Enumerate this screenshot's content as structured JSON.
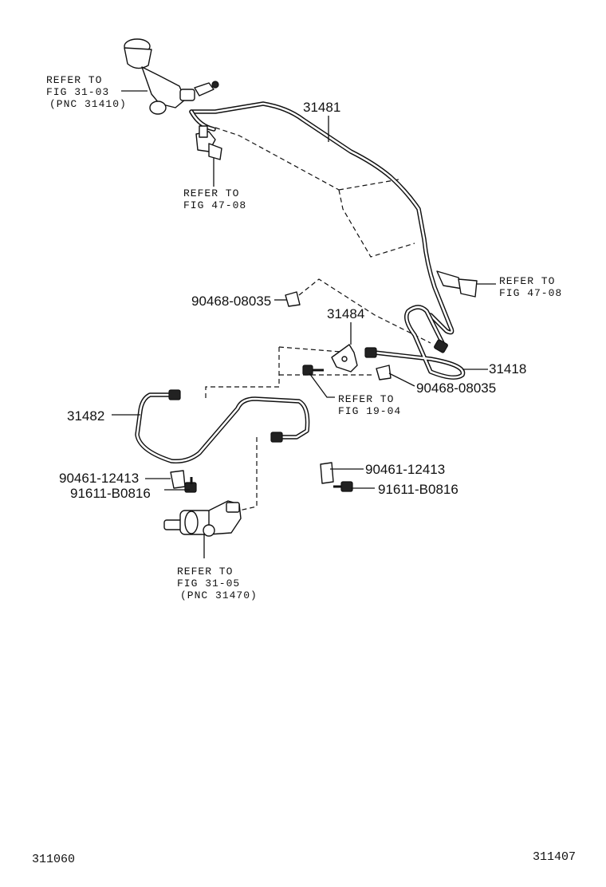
{
  "parts": {
    "p31481": "31481",
    "p31484": "31484",
    "p31418": "31418",
    "p31482": "31482",
    "clip_upper": "90468-08035",
    "clip_lower": "90468-08035",
    "clamp_left": "90461-12413",
    "bolt_left": "91611-B0816",
    "clamp_right": "90461-12413",
    "bolt_right": "91611-B0816"
  },
  "refs": {
    "master_cyl": [
      "REFER TO",
      "FIG 31-03",
      "(PNC 31410)"
    ],
    "clamp_top": [
      "REFER TO",
      "FIG 47-08"
    ],
    "clamp_right": [
      "REFER TO",
      "FIG 47-08"
    ],
    "bracket": [
      "REFER TO",
      "FIG 19-04"
    ],
    "release_cyl": [
      "REFER TO",
      "FIG 31-05",
      "(PNC 31470)"
    ]
  },
  "footer": {
    "left_code": "311060",
    "right_code": "311407"
  }
}
